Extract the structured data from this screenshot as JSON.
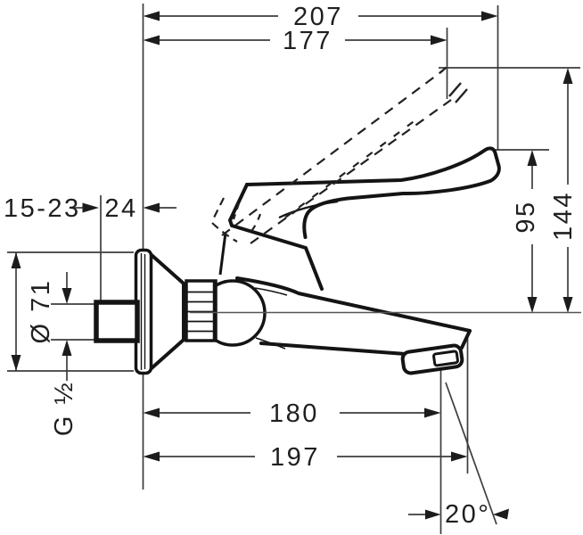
{
  "dims": {
    "projection_overall": "207",
    "projection_handle": "177",
    "wall_insert_range": "15-23",
    "wall_block_depth": "24",
    "escutcheon_diameter": "Ø 71",
    "connection_thread": "G ½",
    "handle_height": "95",
    "handle_height_max": "144",
    "spout_reach": "180",
    "reach_overall": "197",
    "jet_angle": "20°"
  },
  "colors": {
    "line": "#141414",
    "dim_line": "#3d3d3d",
    "background": "#ffffff"
  }
}
